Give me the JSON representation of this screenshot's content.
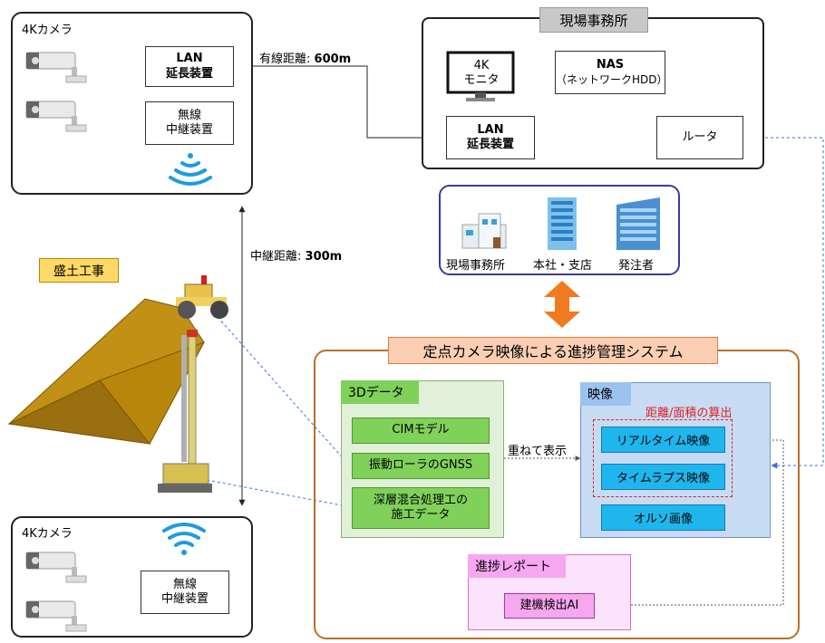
{
  "camera_top": {
    "title": "4Kカメラ",
    "lan": "LAN\n延長装置",
    "relay": "無線\n中継装置"
  },
  "camera_bottom": {
    "title": "4Kカメラ",
    "relay": "無線\n中継装置"
  },
  "wired_distance": {
    "label": "有線距離",
    "value": "600m"
  },
  "relay_distance": {
    "label": "中継距離",
    "value": "300m"
  },
  "office": {
    "title": "現場事務所",
    "monitor": "4K\nモニタ",
    "nas_title": "NAS",
    "nas_sub": "（ネットワークHDD）",
    "lan": "LAN\n延長装置",
    "router": "ルータ"
  },
  "buildings": {
    "items": [
      "現場事務所",
      "本社・支店",
      "発注者"
    ]
  },
  "earthwork_label": "盛土工事",
  "system": {
    "title": "定点カメラ映像による進捗管理システム",
    "data3d": {
      "title": "3Dデータ",
      "items": [
        "CIMモデル",
        "振動ローラのGNSS",
        "深層混合処理工の\n施工データ"
      ]
    },
    "overlay_label": "重ねて表示",
    "video": {
      "title": "映像",
      "calc_label": "距離/面積の算出",
      "items": [
        "リアルタイム映像",
        "タイムラプス映像",
        "オルソ画像"
      ]
    },
    "report": {
      "title": "進捗レポート",
      "ai": "建機検出AI"
    }
  },
  "colors": {
    "accent_red": "#e02020",
    "arrow_orange": "#f07a20",
    "dashed_blue": "#3b6fe0"
  }
}
